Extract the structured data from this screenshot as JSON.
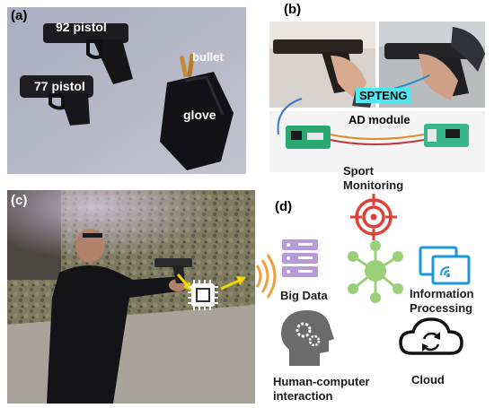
{
  "panel_a": {
    "label": "(a)",
    "pistol_92": "92 pistol",
    "pistol_77": "77 pistol",
    "bullet": "bullet",
    "glove": "glove"
  },
  "panel_b": {
    "label": "(b)",
    "spteng": "SPTENG",
    "ad_module": "AD module"
  },
  "panel_c": {
    "label": "(c)"
  },
  "panel_d": {
    "label": "(d)",
    "sport_monitoring": [
      "Sport",
      "Monitoring"
    ],
    "big_data": "Big Data",
    "information_processing": [
      "Information",
      "Processing"
    ],
    "human_computer_interaction": [
      "Human-computer",
      "interaction"
    ],
    "cloud": "Cloud"
  },
  "colors": {
    "spteng_highlight": "#4de8f0",
    "sport_red": "#e0403a",
    "big_data_purple": "#b79bd8",
    "hub_green": "#9ad07a",
    "info_blue": "#1a9ad6",
    "hci_gray": "#6b6b6b",
    "arrow_yellow": "#f2d600",
    "wifi_orange": "#f0a040"
  }
}
